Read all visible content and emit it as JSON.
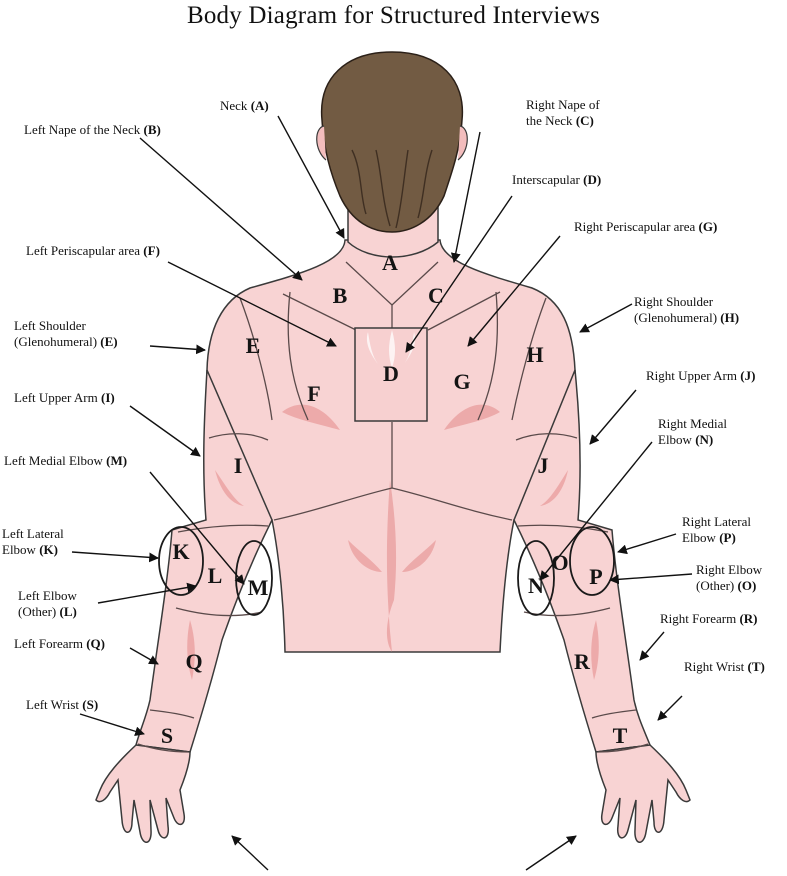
{
  "title": "Body Diagram for Structured Interviews",
  "colors": {
    "skin": "#f8d3d3",
    "skin_shade": "#e9a6a6",
    "muscle_mark": "#eaa0a0",
    "hair": "#725b43",
    "hair_dark": "#3f2f22",
    "outline": "#3a3a3a"
  },
  "region_letters": {
    "A": "A",
    "B": "B",
    "C": "C",
    "D": "D",
    "E": "E",
    "F": "F",
    "G": "G",
    "H": "H",
    "I": "I",
    "J": "J",
    "K": "K",
    "L": "L",
    "M": "M",
    "N": "N",
    "O": "O",
    "P": "P",
    "Q": "Q",
    "R": "R",
    "S": "S",
    "T": "T"
  },
  "callouts": {
    "A": {
      "name": "Neck",
      "code": "(A)"
    },
    "B": {
      "name": "Left Nape of the Neck",
      "code": "(B)"
    },
    "C": {
      "name_line1": "Right Nape of",
      "name_line2": "the Neck",
      "code": "(C)"
    },
    "D": {
      "name": "Interscapular",
      "code": "(D)"
    },
    "F": {
      "name": "Left Periscapular area",
      "code": "(F)"
    },
    "G": {
      "name": "Right Periscapular area",
      "code": "(G)"
    },
    "E": {
      "name_line1": "Left Shoulder",
      "name_line2": "(Glenohumeral)",
      "code": "(E)"
    },
    "H": {
      "name_line1": "Right Shoulder",
      "name_line2": "(Glenohumeral)",
      "code": "(H)"
    },
    "I": {
      "name": "Left Upper Arm",
      "code": "(I)"
    },
    "J": {
      "name": "Right Upper Arm",
      "code": "(J)"
    },
    "M": {
      "name": "Left Medial Elbow",
      "code": "(M)"
    },
    "N": {
      "name_line1": "Right Medial",
      "name_line2": "Elbow",
      "code": "(N)"
    },
    "K": {
      "name_line1": "Left Lateral",
      "name_line2": "Elbow",
      "code": "(K)"
    },
    "P": {
      "name_line1": "Right Lateral",
      "name_line2": "Elbow",
      "code": "(P)"
    },
    "L": {
      "name_line1": "Left Elbow",
      "name_line2": "(Other)",
      "code": "(L)"
    },
    "O": {
      "name_line1": "Right Elbow",
      "name_line2": "(Other)",
      "code": "(O)"
    },
    "Q": {
      "name": "Left Forearm",
      "code": "(Q)"
    },
    "R": {
      "name": "Right Forearm",
      "code": "(R)"
    },
    "S": {
      "name": "Left Wrist",
      "code": "(S)"
    },
    "T": {
      "name": "Right Wrist",
      "code": "(T)"
    }
  }
}
